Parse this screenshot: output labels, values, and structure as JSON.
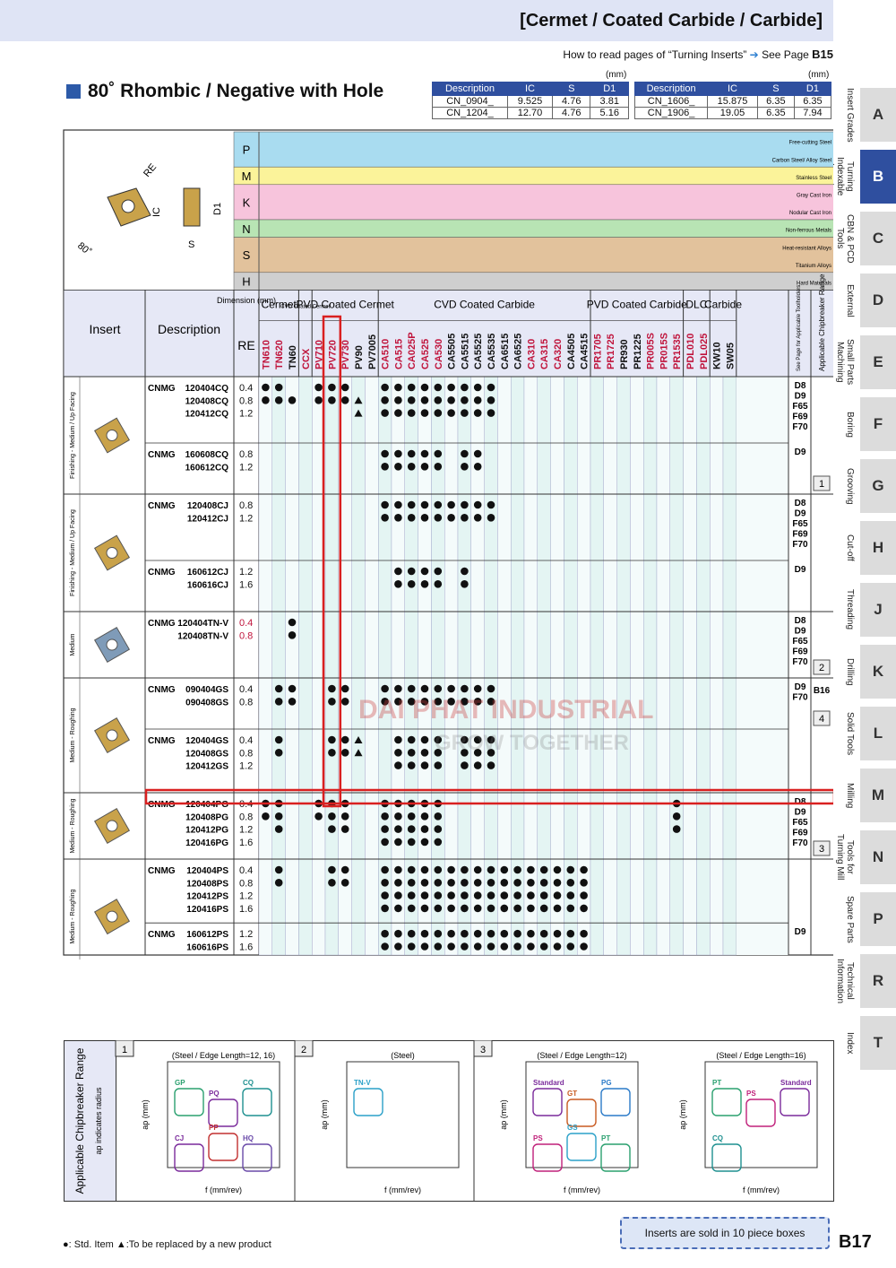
{
  "header": {
    "category": "[Cermet / Coated Carbide / Carbide]",
    "read_hint": "How to read pages of “Turning Inserts”",
    "see_page": "See Page",
    "see_page_ref": "B15",
    "title": "80˚ Rhombic / Negative with Hole",
    "mm": "(mm)"
  },
  "dim_tables": [
    {
      "headers": [
        "Description",
        "IC",
        "S",
        "D1"
      ],
      "rows": [
        [
          "CN_0904_",
          "9.525",
          "4.76",
          "3.81"
        ],
        [
          "CN_1204_",
          "12.70",
          "4.76",
          "5.16"
        ]
      ]
    },
    {
      "headers": [
        "Description",
        "IC",
        "S",
        "D1"
      ],
      "rows": [
        [
          "CN_1606_",
          "15.875",
          "6.35",
          "6.35"
        ],
        [
          "CN_1906_",
          "19.05",
          "6.35",
          "7.94"
        ]
      ]
    }
  ],
  "diagram_labels": {
    "re": "RE",
    "ic": "IC",
    "s": "S",
    "d1": "D1",
    "angle": "80˚"
  },
  "materials": [
    {
      "code": "P",
      "color": "#a9dcf0",
      "labels": [
        "Free-cutting Steel",
        "Carbon Steel/ Alloy Steel"
      ]
    },
    {
      "code": "M",
      "color": "#fbf39a",
      "labels": [
        "Stainless Steel"
      ]
    },
    {
      "code": "K",
      "color": "#f7c4dc",
      "labels": [
        "Gray Cast Iron",
        "Nodular Cast Iron"
      ]
    },
    {
      "code": "N",
      "color": "#b8e4b4",
      "labels": [
        "Non-ferrous Metals"
      ]
    },
    {
      "code": "S",
      "color": "#e2c29c",
      "labels": [
        "Heat-resistant Alloys",
        "Titanium Alloys"
      ]
    },
    {
      "code": "H",
      "color": "#cfcfcf",
      "labels": [
        "Hard Materials"
      ]
    }
  ],
  "table_header": {
    "insert": "Insert",
    "description": "Description",
    "dimension": "Dimension (mm)",
    "re": "RE",
    "groups": [
      "Cermet",
      "CVD Coated Cermet",
      "PVD Coated Cermet",
      "CVD Coated Carbide",
      "PVD Coated Carbide",
      "DLC",
      "Carbide"
    ],
    "see_page": "See Page for Applicable Toolholders",
    "range": "Applicable Chipbreaker Range"
  },
  "grades": [
    {
      "name": "TN610",
      "c": "#c0143c"
    },
    {
      "name": "TN620",
      "c": "#c0143c"
    },
    {
      "name": "TN60",
      "c": "#111"
    },
    {
      "name": "CCX",
      "c": "#c0143c"
    },
    {
      "name": "PV710",
      "c": "#c0143c"
    },
    {
      "name": "PV720",
      "c": "#c0143c"
    },
    {
      "name": "PV730",
      "c": "#c0143c"
    },
    {
      "name": "PV90",
      "c": "#111"
    },
    {
      "name": "PV7005",
      "c": "#111"
    },
    {
      "name": "CA510",
      "c": "#c0143c"
    },
    {
      "name": "CA515",
      "c": "#c0143c"
    },
    {
      "name": "CA025P",
      "c": "#c0143c"
    },
    {
      "name": "CA525",
      "c": "#c0143c"
    },
    {
      "name": "CA530",
      "c": "#c0143c"
    },
    {
      "name": "CA5505",
      "c": "#111"
    },
    {
      "name": "CA5515",
      "c": "#111"
    },
    {
      "name": "CA5525",
      "c": "#111"
    },
    {
      "name": "CA5535",
      "c": "#111"
    },
    {
      "name": "CA6515",
      "c": "#111"
    },
    {
      "name": "CA6525",
      "c": "#111"
    },
    {
      "name": "CA310",
      "c": "#c0143c"
    },
    {
      "name": "CA315",
      "c": "#c0143c"
    },
    {
      "name": "CA320",
      "c": "#c0143c"
    },
    {
      "name": "CA4505",
      "c": "#111"
    },
    {
      "name": "CA4515",
      "c": "#111"
    },
    {
      "name": "PR1705",
      "c": "#c0143c"
    },
    {
      "name": "PR1725",
      "c": "#c0143c"
    },
    {
      "name": "PR930",
      "c": "#111"
    },
    {
      "name": "PR1225",
      "c": "#111"
    },
    {
      "name": "PR005S",
      "c": "#c0143c"
    },
    {
      "name": "PR015S",
      "c": "#c0143c"
    },
    {
      "name": "PR1535",
      "c": "#c0143c"
    },
    {
      "name": "PDL010",
      "c": "#c0143c"
    },
    {
      "name": "PDL025",
      "c": "#c0143c"
    },
    {
      "name": "KW10",
      "c": "#111"
    },
    {
      "name": "SW05",
      "c": "#111"
    }
  ],
  "sections": [
    {
      "app": "Finishing - Medium / Up Facing",
      "insert_color": "#c9a24a",
      "groups": [
        {
          "prefix": "CNMG",
          "items": [
            [
              "120404CQ",
              "0.4"
            ],
            [
              "120408CQ",
              "0.8"
            ],
            [
              "120412CQ",
              "1.2"
            ]
          ],
          "see": [
            "D8",
            "D9",
            "F65",
            "F69",
            "F70"
          ]
        },
        {
          "prefix": "CNMG",
          "items": [
            [
              "160608CQ",
              "0.8"
            ],
            [
              "160612CQ",
              "1.2"
            ]
          ],
          "see": [
            "D9"
          ],
          "range": "1"
        }
      ]
    },
    {
      "app": "Finishing - Medium / Up Facing",
      "insert_color": "#c9a24a",
      "groups": [
        {
          "prefix": "CNMG",
          "items": [
            [
              "120408CJ",
              "0.8"
            ],
            [
              "120412CJ",
              "1.2"
            ]
          ],
          "see": [
            "D8",
            "D9",
            "F65",
            "F69",
            "F70"
          ]
        },
        {
          "prefix": "CNMG",
          "items": [
            [
              "160612CJ",
              "1.2"
            ],
            [
              "160616CJ",
              "1.6"
            ]
          ],
          "see": [
            "D9"
          ]
        }
      ]
    },
    {
      "app": "Medium",
      "insert_color": "#7f9bb8",
      "groups": [
        {
          "prefix": "CNMG",
          "items": [
            [
              "120404TN-V",
              "0.4"
            ],
            [
              "120408TN-V",
              "0.8"
            ]
          ],
          "see": [
            "D8",
            "D9",
            "F65",
            "F69",
            "F70"
          ],
          "range": "2"
        }
      ]
    },
    {
      "app": "Medium - Roughing",
      "insert_color": "#c9a24a",
      "groups": [
        {
          "prefix": "CNMG",
          "items": [
            [
              "090404GS",
              "0.4"
            ],
            [
              "090408GS",
              "0.8"
            ]
          ],
          "see": [
            "D9",
            "F70"
          ],
          "see2": "B16",
          "range": "4"
        },
        {
          "prefix": "CNMG",
          "items": [
            [
              "120404GS",
              "0.4"
            ],
            [
              "120408GS",
              "0.8"
            ],
            [
              "120412GS",
              "1.2"
            ]
          ],
          "see": []
        }
      ]
    },
    {
      "app": "Medium - Roughing",
      "insert_color": "#c9a24a",
      "groups": [
        {
          "prefix": "CNMG",
          "items": [
            [
              "120404PG",
              "0.4"
            ],
            [
              "120408PG",
              "0.8"
            ],
            [
              "120412PG",
              "1.2"
            ],
            [
              "120416PG",
              "1.6"
            ]
          ],
          "see": [
            "D8",
            "D9",
            "F65",
            "F69",
            "F70"
          ],
          "range": "3"
        }
      ]
    },
    {
      "app": "Medium - Roughing",
      "insert_color": "#c9a24a",
      "groups": [
        {
          "prefix": "CNMG",
          "items": [
            [
              "120404PS",
              "0.4"
            ],
            [
              "120408PS",
              "0.8"
            ],
            [
              "120412PS",
              "1.2"
            ],
            [
              "120416PS",
              "1.6"
            ]
          ],
          "see": []
        },
        {
          "prefix": "CNMG",
          "items": [
            [
              "160612PS",
              "1.2"
            ],
            [
              "160616PS",
              "1.6"
            ]
          ],
          "see": [
            "D9"
          ]
        }
      ]
    }
  ],
  "dots": {
    "120404CQ": [
      0,
      1,
      4,
      5,
      6,
      9,
      10,
      11,
      12,
      13,
      14,
      15,
      16,
      17
    ],
    "120408CQ": [
      0,
      1,
      2,
      4,
      5,
      6,
      9,
      10,
      11,
      12,
      13,
      14,
      15,
      16,
      17
    ],
    "120412CQ": [
      9,
      10,
      11,
      12,
      13,
      14,
      15,
      16,
      17
    ],
    "160608CQ": [
      9,
      10,
      11,
      12,
      13,
      15,
      16
    ],
    "160612CQ": [
      9,
      10,
      11,
      12,
      13,
      15,
      16
    ],
    "120408CJ": [
      9,
      10,
      11,
      12,
      13,
      14,
      15,
      16,
      17
    ],
    "120412CJ": [
      9,
      10,
      11,
      12,
      13,
      14,
      15,
      16,
      17
    ],
    "160612CJ": [
      10,
      11,
      12,
      13,
      15
    ],
    "160616CJ": [
      10,
      11,
      12,
      13,
      15
    ],
    "120404TN-V": [
      2
    ],
    "120408TN-V": [
      2
    ],
    "090404GS": [
      1,
      2,
      5,
      6,
      9,
      10,
      11,
      12,
      13,
      14,
      15,
      16,
      17
    ],
    "090408GS": [
      1,
      2,
      5,
      6,
      9,
      10,
      11,
      12,
      13,
      14,
      15,
      16,
      17
    ],
    "120404GS": [
      1,
      5,
      6,
      10,
      11,
      12,
      13,
      15,
      16,
      17
    ],
    "120408GS": [
      1,
      5,
      6,
      10,
      11,
      12,
      13,
      15,
      16,
      17
    ],
    "120412GS": [
      10,
      11,
      12,
      13,
      15,
      16,
      17
    ],
    "120404PG": [
      0,
      1,
      4,
      5,
      6,
      9,
      10,
      11,
      12,
      13,
      31
    ],
    "120408PG": [
      0,
      1,
      4,
      5,
      6,
      9,
      10,
      11,
      12,
      13,
      31
    ],
    "120412PG": [
      1,
      5,
      6,
      9,
      10,
      11,
      12,
      13,
      31
    ],
    "120416PG": [
      9,
      10,
      11,
      12,
      13
    ],
    "120404PS": [
      1,
      5,
      6,
      9,
      10,
      11,
      12,
      13,
      14,
      15,
      16,
      17,
      18,
      19,
      20,
      21,
      22,
      23,
      24
    ],
    "120408PS": [
      1,
      5,
      6,
      9,
      10,
      11,
      12,
      13,
      14,
      15,
      16,
      17,
      18,
      19,
      20,
      21,
      22,
      23,
      24
    ],
    "120412PS": [
      9,
      10,
      11,
      12,
      13,
      14,
      15,
      16,
      17,
      18,
      19,
      20,
      21,
      22,
      23,
      24
    ],
    "120416PS": [
      9,
      10,
      11,
      12,
      13,
      14,
      15,
      16,
      17,
      18,
      19,
      20,
      21,
      22,
      23,
      24
    ],
    "160612PS": [
      9,
      10,
      11,
      12,
      13,
      14,
      15,
      16,
      17,
      18,
      19,
      20,
      21,
      22,
      23,
      24
    ],
    "160616PS": [
      9,
      10,
      11,
      12,
      13,
      14,
      15,
      16,
      17,
      18,
      19,
      20,
      21,
      22,
      23,
      24
    ]
  },
  "triangles": {
    "120408CQ": [
      7
    ],
    "120412CQ": [
      7
    ],
    "120404GS": [
      7
    ],
    "120408GS": [
      7
    ]
  },
  "side_index": [
    {
      "label": "Insert Grades",
      "letter": "A"
    },
    {
      "label": "Turning Indexable Inserts",
      "letter": "B",
      "active": true
    },
    {
      "label": "CBN & PCD Tools",
      "letter": "C"
    },
    {
      "label": "External",
      "letter": "D"
    },
    {
      "label": "Small Parts Machining",
      "letter": "E"
    },
    {
      "label": "Boring",
      "letter": "F"
    },
    {
      "label": "Grooving",
      "letter": "G"
    },
    {
      "label": "Cut-off",
      "letter": "H"
    },
    {
      "label": "Threading",
      "letter": "J"
    },
    {
      "label": "Drilling",
      "letter": "K"
    },
    {
      "label": "Solid Tools",
      "letter": "L"
    },
    {
      "label": "Milling",
      "letter": "M"
    },
    {
      "label": "Tools for Turning Mill",
      "letter": "N"
    },
    {
      "label": "Spare Parts",
      "letter": "P"
    },
    {
      "label": "Technical Information",
      "letter": "R"
    },
    {
      "label": "Index",
      "letter": "T"
    }
  ],
  "range_panel": {
    "title": "Applicable Chipbreaker Range",
    "subtitle": "ap indicates radius",
    "panels": [
      {
        "num": "1",
        "cond": "(Steel / Edge Length=12, 16)",
        "labels": [
          "GP",
          "PQ",
          "CQ",
          "CJ",
          "PP",
          "HQ"
        ]
      },
      {
        "num": "2",
        "cond": "(Steel)",
        "labels": [
          "TN-V"
        ]
      },
      {
        "num": "3",
        "cond": "(Steel / Edge Length=12)",
        "labels": [
          "Standard",
          "GT",
          "PG",
          "PS",
          "GS",
          "PT"
        ]
      },
      {
        "num": "",
        "cond": "(Steel / Edge Length=16)",
        "labels": [
          "PT",
          "PS",
          "Standard",
          "CQ"
        ]
      }
    ],
    "xlabel": "f (mm/rev)",
    "ylabel": "ap (mm)"
  },
  "footer": {
    "legend": "●: Std. Item   ▲:To be replaced by a new product",
    "sold": "Inserts are sold in 10 piece boxes",
    "page": "B17"
  }
}
